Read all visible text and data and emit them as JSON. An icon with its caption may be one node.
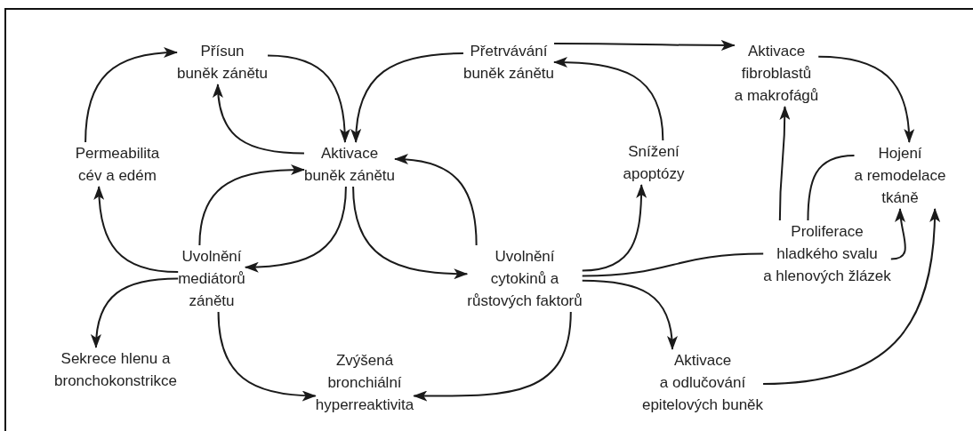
{
  "diagram": {
    "nodes": [
      {
        "text": [
          "Přísun buněk zánětu"
        ]
      },
      {
        "text": [
          "Přetrvávání buněk zánětu"
        ]
      },
      {
        "text": [
          "Aktivace fibroblastů a makrofágů"
        ]
      },
      {
        "text": [
          "Permeabilita cév a edém"
        ]
      },
      {
        "text": [
          "Aktivace buněk zánětu"
        ]
      },
      {
        "text": [
          "Snížení apoptózy"
        ]
      },
      {
        "text": [
          "Hojení a remodelace tkáně"
        ]
      },
      {
        "text": [
          "Uvolnění mediátorů zánětu"
        ]
      },
      {
        "text": [
          "Uvolnění cytokinů a růstových faktorů"
        ]
      },
      {
        "text": [
          "Proliferace hladkého svalu a hlenových žlázek"
        ]
      },
      {
        "text": [
          "Sekrece hlenu a bronchokonstrikce"
        ]
      },
      {
        "text": [
          "Zvýšená bronchiální hyperreaktivita"
        ]
      },
      {
        "text": [
          "Aktivace a odlučování epitelových buněk"
        ]
      }
    ],
    "edges": [
      {
        "from": 3,
        "to": 0,
        "arrow": "to"
      },
      {
        "from": 0,
        "to": 4,
        "arrow": "to"
      },
      {
        "from": 1,
        "to": 4,
        "arrow": "to"
      },
      {
        "from": 4,
        "to": 0,
        "arrow": "to"
      },
      {
        "from": 7,
        "to": 4,
        "arrow": "to"
      },
      {
        "from": 4,
        "to": 7,
        "arrow": "to"
      },
      {
        "from": 4,
        "to": 8,
        "arrow": "to"
      },
      {
        "from": 8,
        "to": 4,
        "arrow": "to"
      },
      {
        "from": 7,
        "to": 3,
        "arrow": "to"
      },
      {
        "from": 7,
        "to": 10,
        "arrow": "to"
      },
      {
        "from": 7,
        "to": 11,
        "arrow": "to"
      },
      {
        "from": 8,
        "to": 11,
        "arrow": "to"
      },
      {
        "from": 8,
        "to": 5,
        "arrow": "to"
      },
      {
        "from": 5,
        "to": 1,
        "arrow": "to"
      },
      {
        "from": 1,
        "to": 2,
        "arrow": "to"
      },
      {
        "from": 2,
        "to": 6,
        "arrow": "to"
      },
      {
        "from": 8,
        "to": 9,
        "arrow": "none"
      },
      {
        "from": 9,
        "to": 2,
        "arrow": "to"
      },
      {
        "from": 9,
        "to": 6,
        "arrow": "none"
      },
      {
        "from": 9,
        "to": 6,
        "arrow": "to"
      },
      {
        "from": 8,
        "to": 12,
        "arrow": "to"
      },
      {
        "from": 12,
        "to": 6,
        "arrow": "to"
      }
    ]
  }
}
